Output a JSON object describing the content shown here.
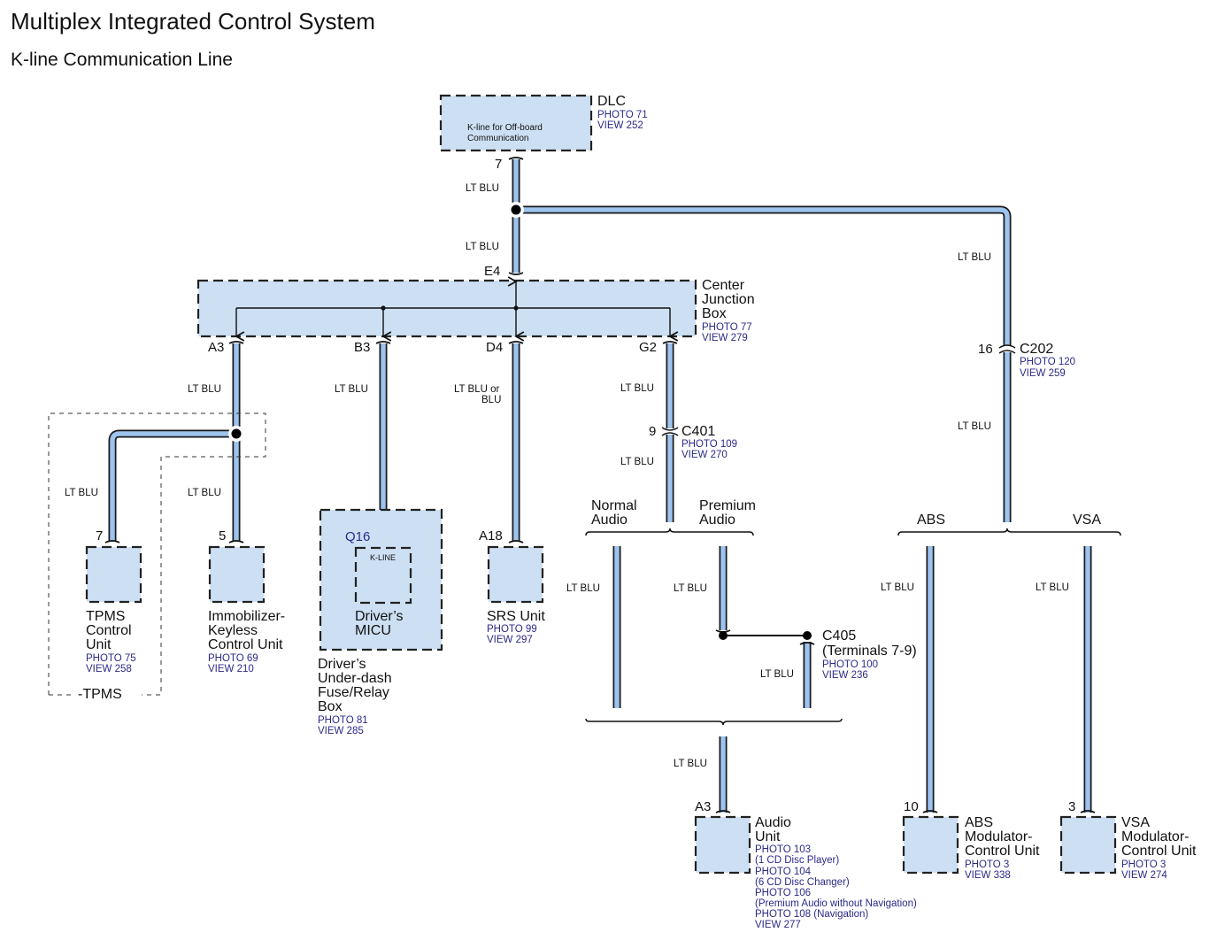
{
  "header": {
    "title": "Multiplex Integrated Control System",
    "subtitle": "K-line Communication Line"
  },
  "dlc": {
    "name": "DLC",
    "photo": "PHOTO 71",
    "view": "VIEW 252",
    "inner_line1": "K-line for Off-board",
    "inner_line2": "Communication",
    "pin": "7"
  },
  "wires": {
    "dlc_to_splice": "LT BLU",
    "splice_to_cjb": "LT BLU",
    "to_c202_upper": "LT BLU",
    "to_c202_lower": "LT BLU",
    "a3_out": "LT BLU",
    "b3_out": "LT BLU",
    "d4_out_1": "LT BLU or",
    "d4_out_2": "BLU",
    "g2_out": "LT BLU",
    "c401_lower": "LT BLU",
    "tpms": "LT BLU",
    "immobilizer": "LT BLU",
    "normal_audio": "LT BLU",
    "premium_audio": "LT BLU",
    "c405_lower": "LT BLU",
    "audio_unit": "LT BLU",
    "abs": "LT BLU",
    "vsa": "LT BLU"
  },
  "cjb": {
    "name_line1": "Center",
    "name_line2": "Junction",
    "name_line3": "Box",
    "photo": "PHOTO 77",
    "view": "VIEW 279",
    "pin_in": "E4",
    "pins_out": [
      "A3",
      "B3",
      "D4",
      "G2"
    ]
  },
  "c202": {
    "name": "C202",
    "pin": "16",
    "photo": "PHOTO 120",
    "view": "VIEW 259"
  },
  "c401": {
    "name": "C401",
    "pin": "9",
    "photo": "PHOTO 109",
    "view": "VIEW 270"
  },
  "c405": {
    "name": "C405",
    "terminals": "(Terminals 7-9)",
    "photo": "PHOTO 100",
    "view": "VIEW 236"
  },
  "tpms_group": {
    "label": "-TPMS"
  },
  "tpms": {
    "pin": "7",
    "line1": "TPMS",
    "line2": "Control",
    "line3": "Unit",
    "photo": "PHOTO 75",
    "view": "VIEW 258"
  },
  "immobilizer": {
    "pin": "5",
    "line1": "Immobilizer-",
    "line2": "Keyless",
    "line3": "Control Unit",
    "photo": "PHOTO 69",
    "view": "VIEW 210"
  },
  "micu": {
    "pin": "Q16",
    "inner_label": "K-LINE",
    "line1": "Driver’s",
    "line2": "MICU",
    "fusebox_line1": "Driver’s",
    "fusebox_line2": "Under-dash",
    "fusebox_line3": "Fuse/Relay",
    "fusebox_line4": "Box",
    "photo": "PHOTO 81",
    "view": "VIEW 285"
  },
  "srs": {
    "pin": "A18",
    "name": "SRS Unit",
    "photo": "PHOTO 99",
    "view": "VIEW 297"
  },
  "audio_options": {
    "normal_1": "Normal",
    "normal_2": "Audio",
    "premium_1": "Premium",
    "premium_2": "Audio"
  },
  "audio_unit": {
    "pin": "A3",
    "line1": "Audio",
    "line2": "Unit",
    "refs": [
      "PHOTO 103",
      "(1 CD Disc Player)",
      "PHOTO 104",
      "(6 CD Disc Changer)",
      "PHOTO 106",
      "(Premium Audio without Navigation)",
      "PHOTO 108 (Navigation)",
      "VIEW 277"
    ]
  },
  "brake_options": {
    "abs": "ABS",
    "vsa": "VSA"
  },
  "abs_unit": {
    "pin": "10",
    "line1": "ABS",
    "line2": "Modulator-",
    "line3": "Control Unit",
    "photo": "PHOTO 3",
    "view": "VIEW 338"
  },
  "vsa_unit": {
    "pin": "3",
    "line1": "VSA",
    "line2": "Modulator-",
    "line3": "Control Unit",
    "photo": "PHOTO 3",
    "view": "VIEW 274"
  }
}
